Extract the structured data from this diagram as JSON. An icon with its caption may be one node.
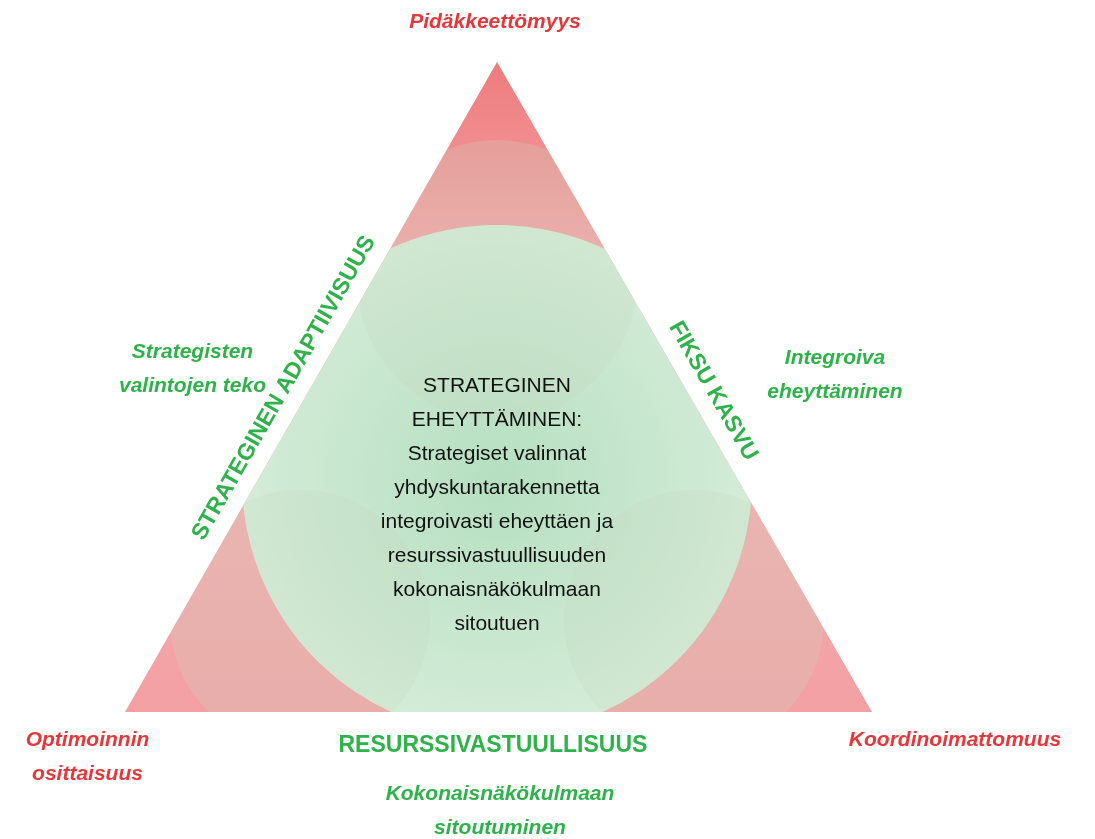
{
  "diagram": {
    "nodes": [
      {
        "text": [
          "STRATEGINEN EHEYTTÄMINEN:",
          "Strategiset valinnat yhdyskuntarakennetta integroivasti eheyttäen ja resurssivastuullisuuden kokonaisnäkökulmaan sitoutuen"
        ]
      }
    ],
    "labels": [
      "Pidäkkeettömyys",
      "STRATEGINEN ADAPTIIVISUUS",
      "Strategisten valintojen teko",
      "FIKSU KASVU",
      "Integroiva eheyttäminen",
      "Optimoinnin osittaisuus",
      "RESURSSIVASTUULLISUUS",
      "Koordinoimattomuus",
      "Kokonaisnäkökulmaan sitoutuminen"
    ]
  }
}
